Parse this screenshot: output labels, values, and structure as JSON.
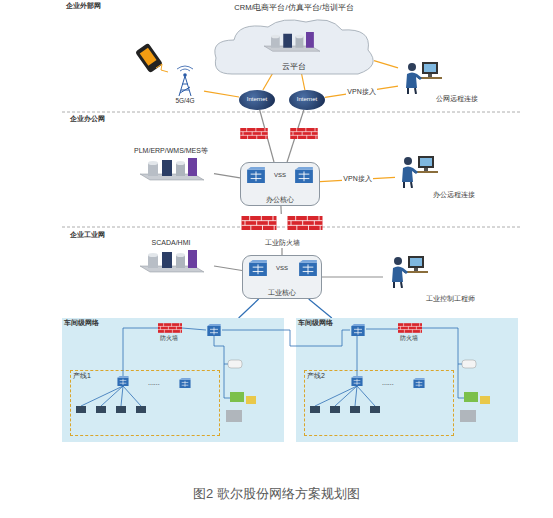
{
  "diagram": {
    "caption": "图2 歌尔股份网络方案规划图",
    "nodes": [
      {
        "text": [
          "CRM/电商平台/仿真平台/培训平台",
          "云平台"
        ]
      },
      {
        "text": [
          "5G/4G"
        ]
      },
      {
        "text": [
          "Internet"
        ]
      },
      {
        "text": [
          "Internet"
        ]
      },
      {
        "text": [
          "公网远程连接"
        ]
      },
      {
        "text": [
          "PLM/ERP/WMS/MES等"
        ]
      },
      {
        "text": [
          "VSS",
          "办公核心"
        ]
      },
      {
        "text": [
          "办公远程连接"
        ]
      },
      {
        "text": [
          "工业防火墙"
        ]
      },
      {
        "text": [
          "SCADA/HMI"
        ]
      },
      {
        "text": [
          "VSS",
          "工业核心"
        ]
      },
      {
        "text": [
          "工业控制工程师"
        ]
      },
      {
        "text": [
          "车间级网络"
        ]
      },
      {
        "text": [
          "产线1"
        ],
        "in": 12
      },
      {
        "text": [
          "车间级网络"
        ]
      },
      {
        "text": [
          "产线2"
        ],
        "in": 14
      }
    ],
    "edges": [
      {
        "from": 0,
        "to": 2,
        "arrow": "none"
      },
      {
        "from": 0,
        "to": 3,
        "arrow": "none"
      },
      {
        "from": 1,
        "to": 2,
        "arrow": "none"
      },
      {
        "from": 4,
        "to": 3,
        "label": "VPN接入",
        "arrow": "none"
      },
      {
        "from": 4,
        "to": 0,
        "arrow": "none"
      },
      {
        "from": 2,
        "to": 6,
        "arrow": "none"
      },
      {
        "from": 3,
        "to": 6,
        "arrow": "none"
      },
      {
        "from": 5,
        "to": 6,
        "arrow": "none"
      },
      {
        "from": 7,
        "to": 6,
        "label": "VPN接入",
        "arrow": "none"
      },
      {
        "from": 6,
        "to": 8,
        "arrow": "none"
      },
      {
        "from": 8,
        "to": 10,
        "arrow": "none"
      },
      {
        "from": 9,
        "to": 10,
        "arrow": "none"
      },
      {
        "from": 11,
        "to": 10,
        "arrow": "none"
      },
      {
        "from": 10,
        "to": 12,
        "arrow": "none"
      },
      {
        "from": 10,
        "to": 14,
        "arrow": "none"
      }
    ],
    "labels": [
      "企业外部网",
      "企业办公网",
      "企业工业网",
      "防火墙",
      "......",
      "防火墙",
      "......"
    ]
  }
}
